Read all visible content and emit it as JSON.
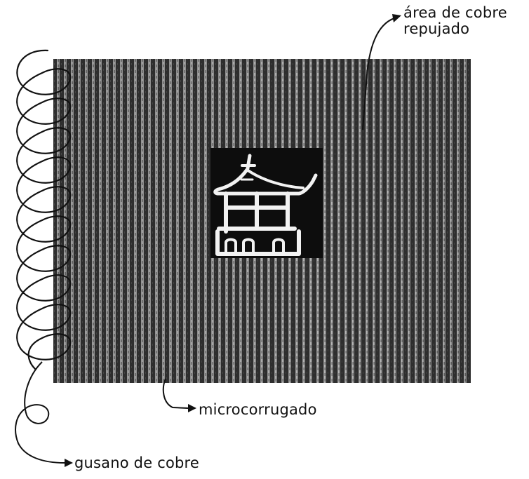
{
  "labels": {
    "embossed_area_line1": "área de cobre",
    "embossed_area_line2": "repujado",
    "microcorrugated": "microcorrugado",
    "copper_spiral": "gusano de cobre"
  },
  "colors": {
    "board_dark": "#2e2e2e",
    "stripe_light": "#8d8d8d",
    "embossed_panel": "#0d0d0d",
    "ink": "#111111",
    "paper": "#ffffff"
  },
  "icons": {
    "embossed_motif": "pagoda-icon",
    "binding": "spiral-coil-icon"
  }
}
